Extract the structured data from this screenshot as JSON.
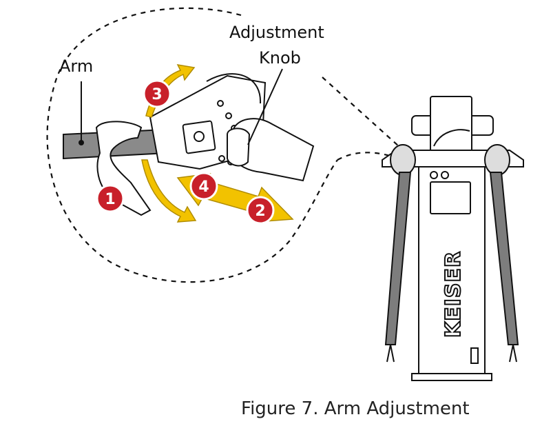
{
  "labels": {
    "arm": "Arm",
    "knob_line1": "Adjustment",
    "knob_line2": "Knob"
  },
  "steps": [
    "1",
    "2",
    "3",
    "4"
  ],
  "brand": "KEISER",
  "caption": "Figure 7. Arm Adjustment",
  "colors": {
    "step_badge": "#c8202a",
    "arrow_yellow": "#f2c200",
    "arrow_outline": "#b08c00",
    "line": "#111111",
    "arm_gray": "#8a8a8a",
    "cable_gray": "#7d7d7d"
  }
}
